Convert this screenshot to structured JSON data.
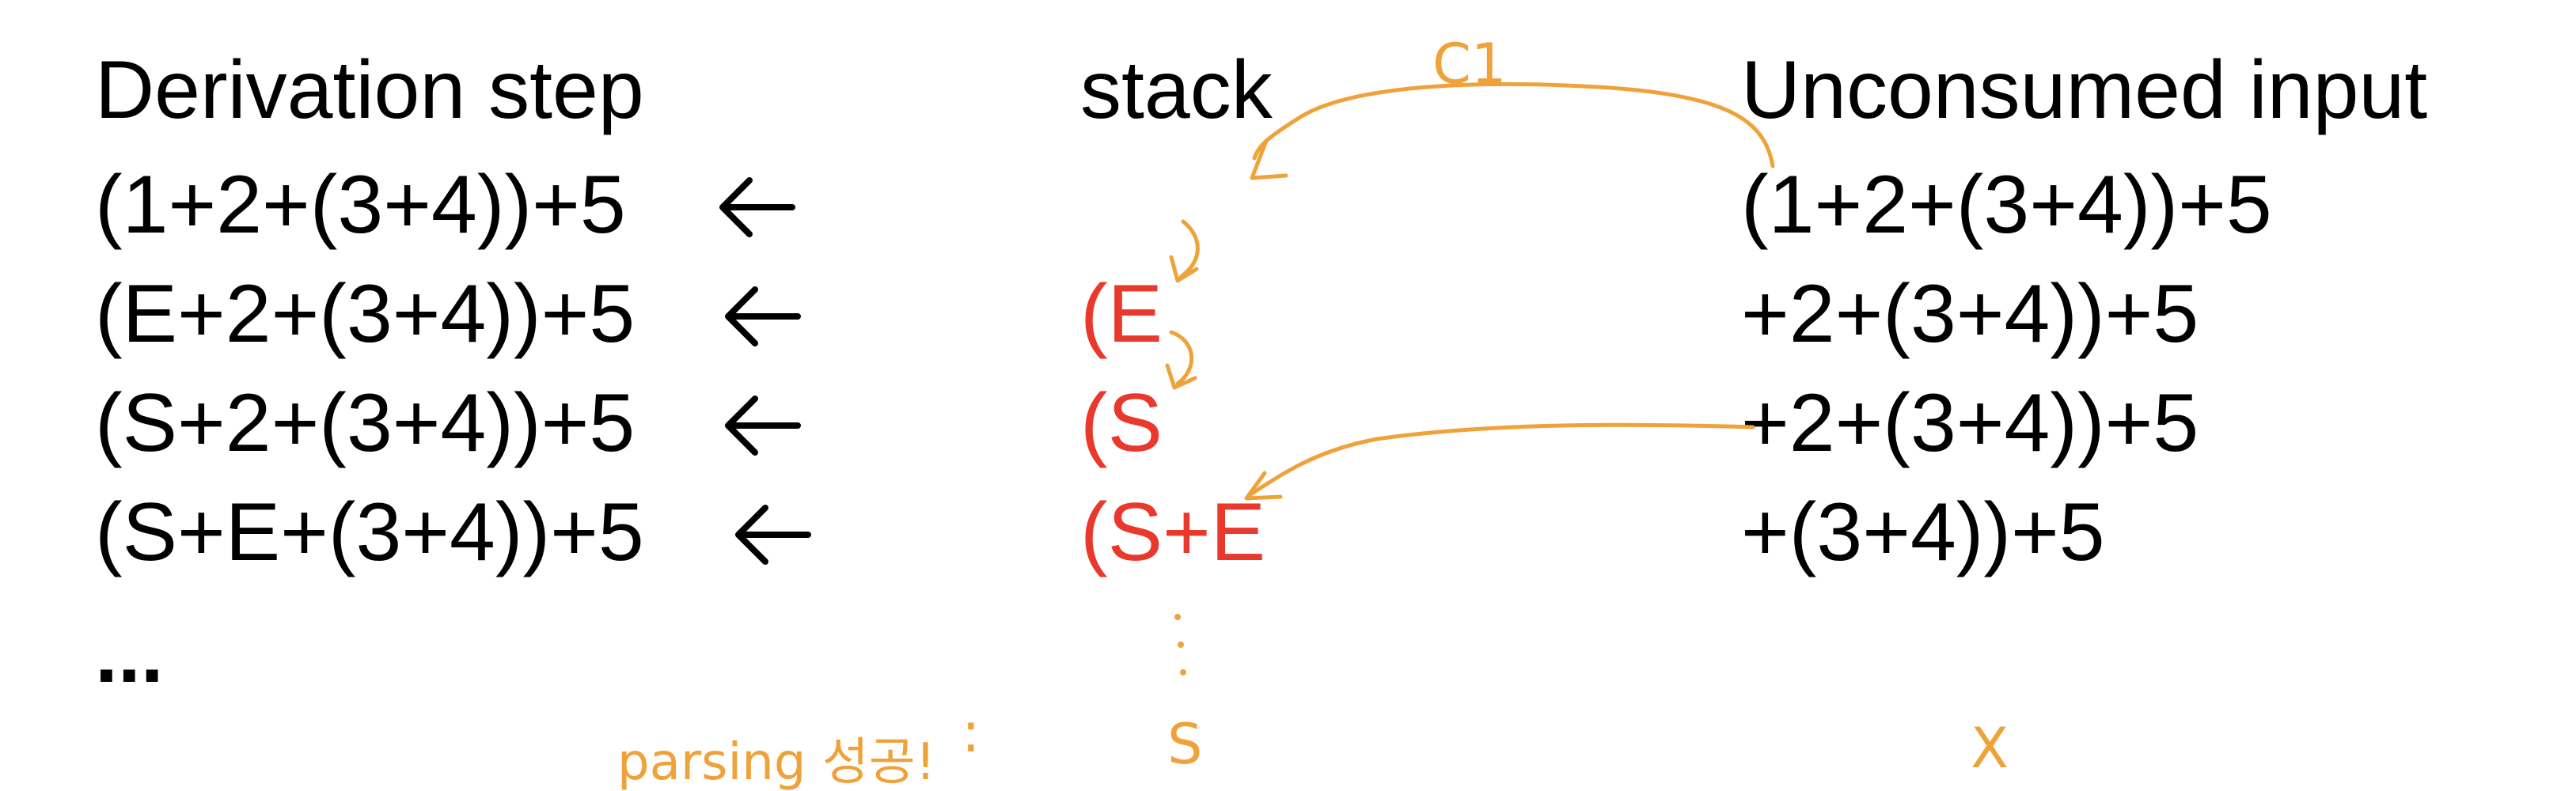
{
  "headers": {
    "derivation": "Derivation step",
    "stack": "stack",
    "input": "Unconsumed input"
  },
  "rows": [
    {
      "derivation": "(1+2+(3+4))+5",
      "stack": "",
      "input": "(1+2+(3+4))+5"
    },
    {
      "derivation": "(E+2+(3+4))+5",
      "stack": "(E",
      "input": "+2+(3+4))+5"
    },
    {
      "derivation": "(S+2+(3+4))+5",
      "stack": "(S",
      "input": "+2+(3+4))+5"
    },
    {
      "derivation": "(S+E+(3+4))+5",
      "stack": "(S+E",
      "input": "+(3+4))+5"
    }
  ],
  "ellipsis": "...",
  "annotations": {
    "top_arrow_label": "C1",
    "parsing_note": "parsing 성공!",
    "colon": ":",
    "final_stack": "S",
    "final_input": "X"
  },
  "colors": {
    "stack_text": "#e8392c",
    "annotation": "#f0a23a"
  },
  "icons": {
    "row_arrow": "left-arrow-icon"
  }
}
